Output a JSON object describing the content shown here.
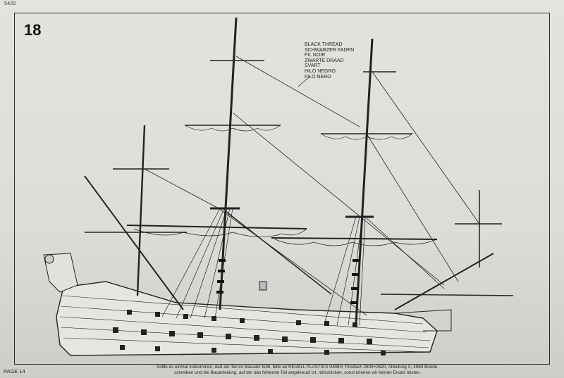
{
  "page": {
    "catalog_number": "5420",
    "step_number": "18",
    "page_label": "PAGE 14"
  },
  "thread_label": {
    "lines": [
      "BLACK THREAD",
      "SCHWARZER FADEN",
      "FIL NOIR",
      "ZWARTE DRAAD",
      "SVART",
      "HILO NEGRO",
      "FILO NERO"
    ]
  },
  "footer": {
    "line1": "Sollte es einmal vorkommen, daß ein Teil im Bausatz fehlt, bitte an REVELL PLASTICS GMBH, Postfach 2609+2620, Abteilung X, 4980 Bünde,",
    "line2": "schreiben und die Bauanleitung, auf der das fehlende Teil angekreuzt ist, mitschicken, sonst können wir keinen Ersatz leisten."
  }
}
